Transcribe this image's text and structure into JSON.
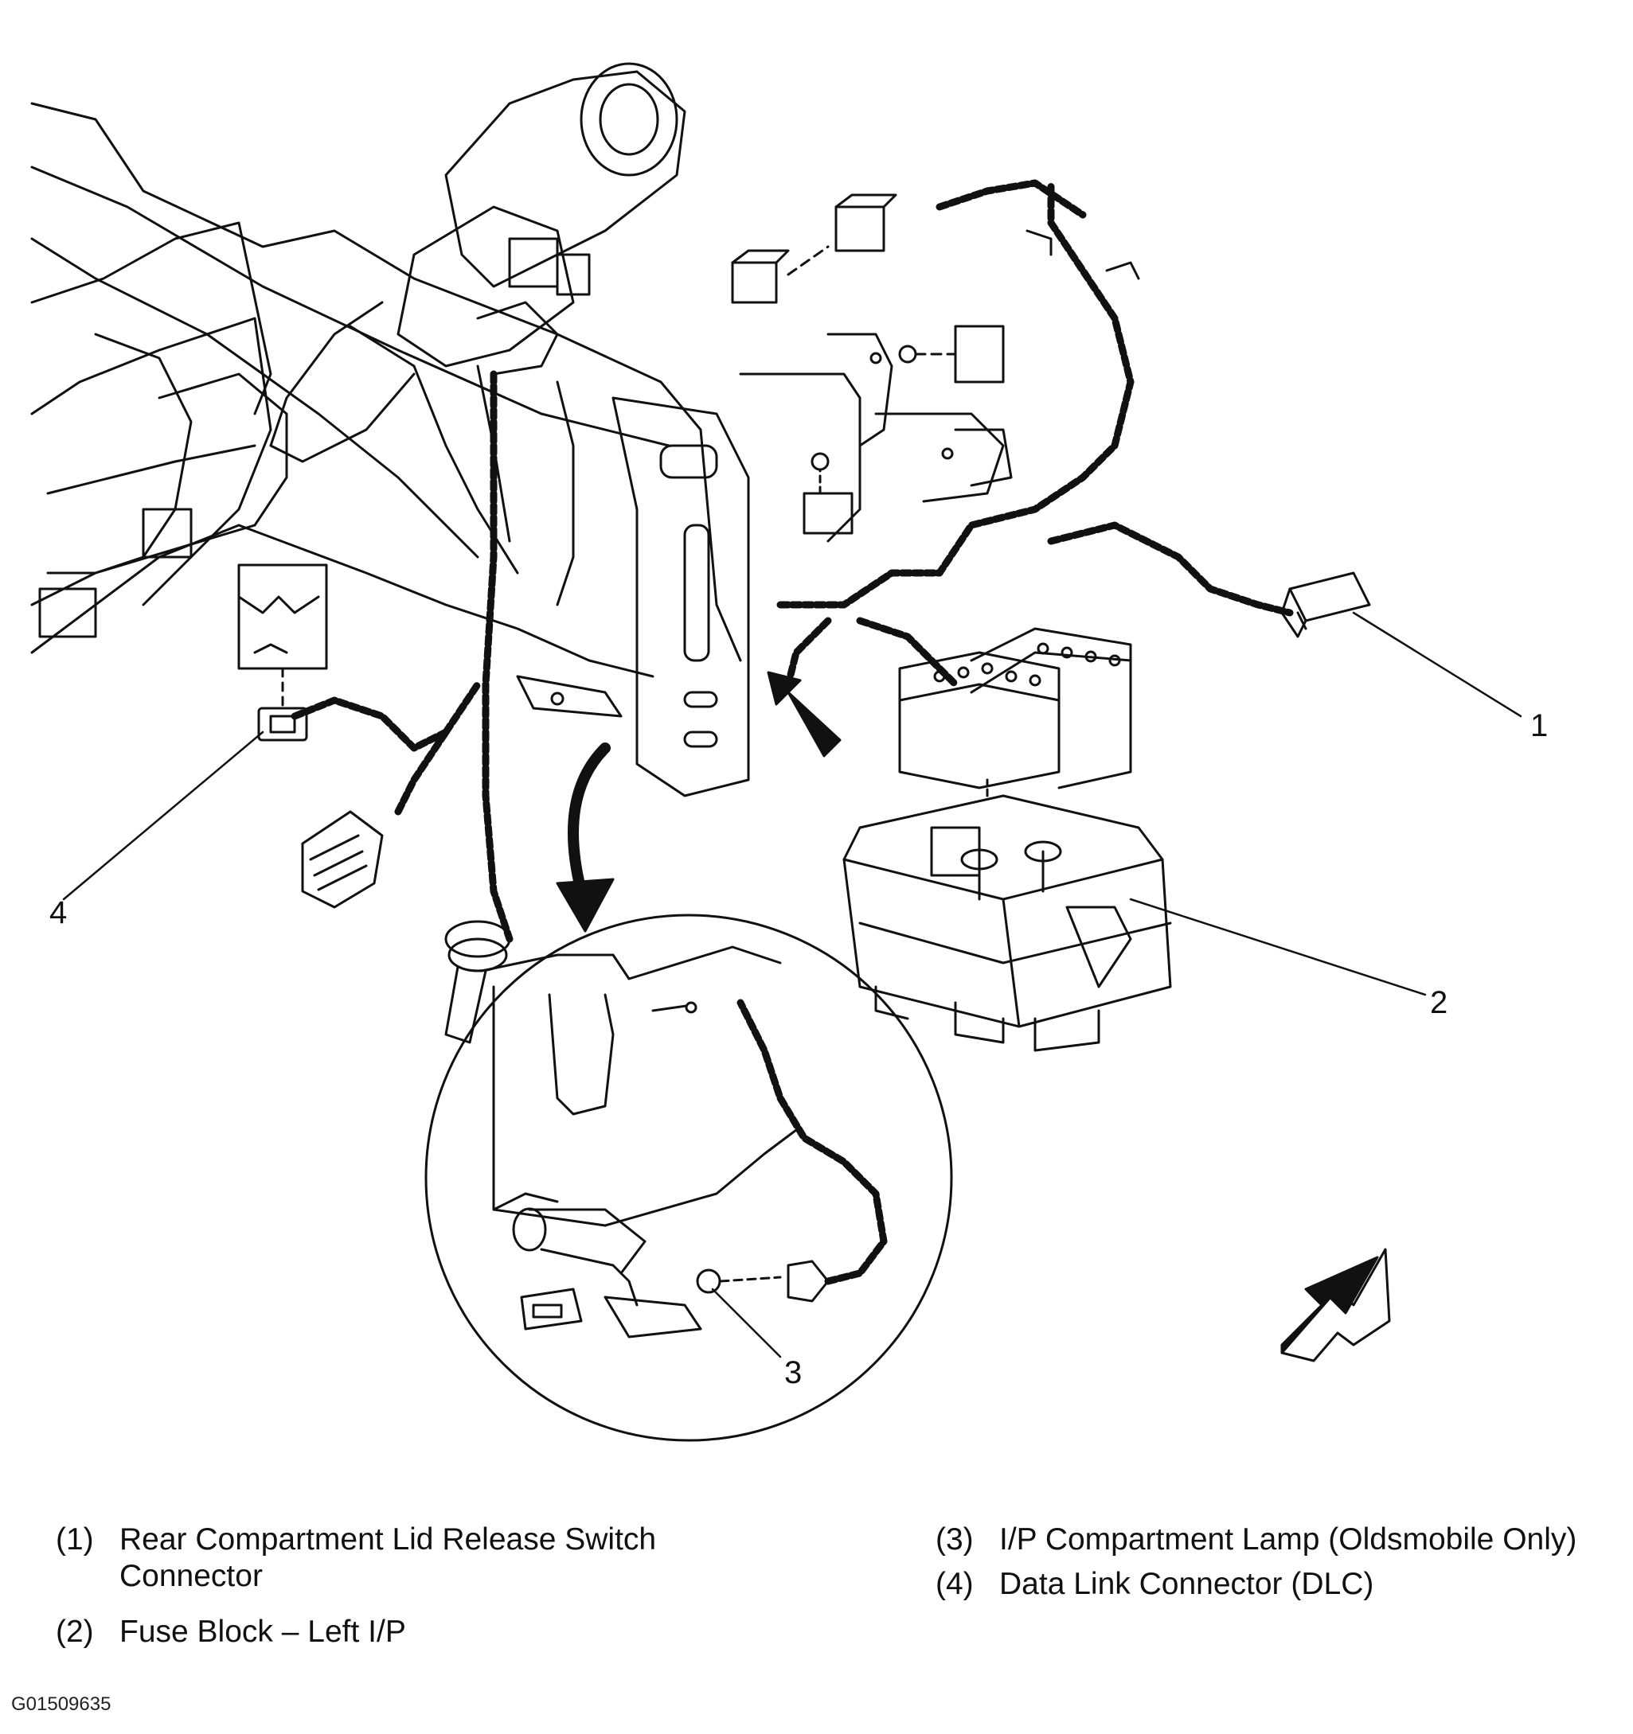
{
  "figure": {
    "id": "G01509635",
    "line_color": "#111111",
    "background": "#ffffff"
  },
  "callouts": [
    {
      "number": "1",
      "label": "Rear Compartment Lid Release Switch\nConnector"
    },
    {
      "number": "2",
      "label": "Fuse Block – Left I/P"
    },
    {
      "number": "3",
      "label": "I/P Compartment Lamp (Oldsmobile Only)"
    },
    {
      "number": "4",
      "label": "Data Link Connector (DLC)"
    }
  ],
  "legend": {
    "items": [
      {
        "number": "(1)",
        "text": "Rear Compartment Lid Release Switch\nConnector"
      },
      {
        "number": "(2)",
        "text": "Fuse Block – Left I/P"
      },
      {
        "number": "(3)",
        "text": "I/P Compartment Lamp (Oldsmobile Only)"
      },
      {
        "number": "(4)",
        "text": "Data Link Connector (DLC)"
      }
    ]
  }
}
